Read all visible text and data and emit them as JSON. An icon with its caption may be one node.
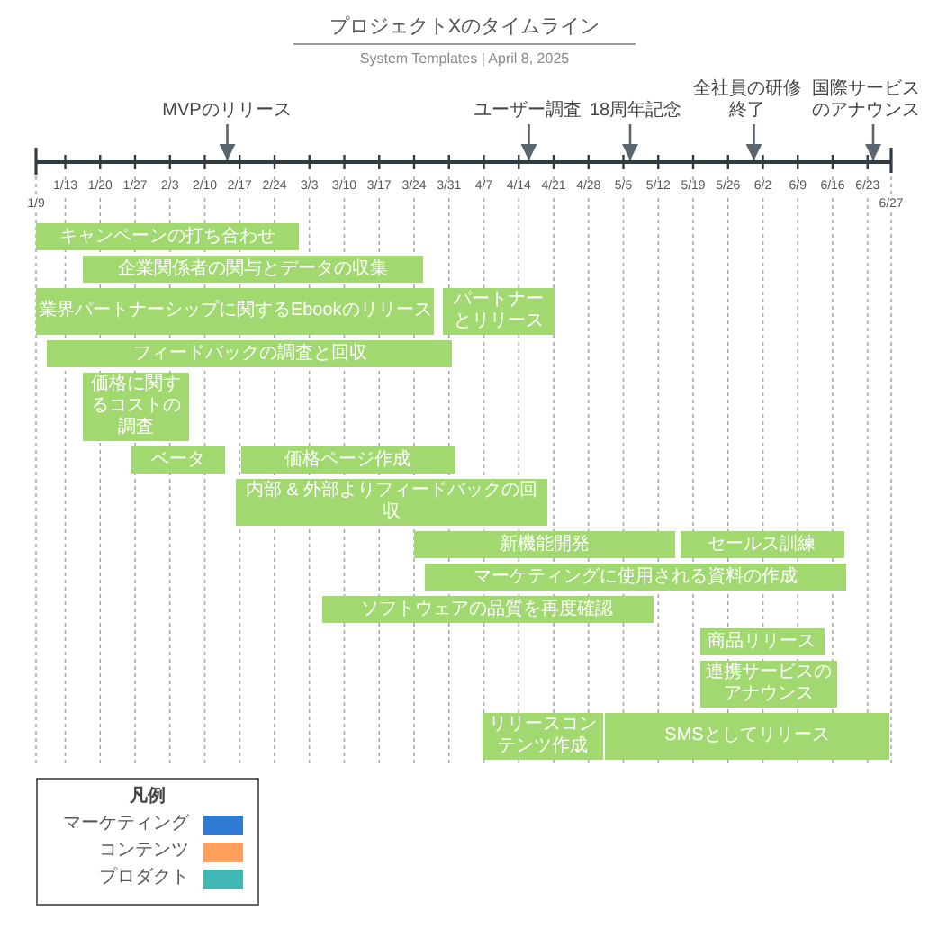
{
  "diagram": {
    "title": "プロジェクトXのタイムライン",
    "nodes": [
      {
        "text": [
          "MVPのリリース"
        ]
      },
      {
        "text": [
          "ユーザー調査"
        ]
      },
      {
        "text": [
          "18周年記念"
        ]
      },
      {
        "text": [
          "全社員の研修終了"
        ]
      },
      {
        "text": [
          "国際サービスのアナウンス"
        ]
      },
      {
        "text": [],
        "shape": "line"
      },
      {
        "text": [
          "キャンペーンの打ち合わせ"
        ]
      },
      {
        "text": [
          "企業関係者の関与とデータの収集"
        ]
      },
      {
        "text": [
          "業界パートナーシップに関するEbookのリリース"
        ]
      },
      {
        "text": [
          "パートナーとリリース"
        ]
      },
      {
        "text": [
          "フィードバックの調査と回収"
        ]
      },
      {
        "text": [
          "価格に関するコストの調査"
        ]
      },
      {
        "text": [
          "ベータ"
        ]
      },
      {
        "text": [
          "価格ページ作成"
        ]
      },
      {
        "text": [
          "内部 & 外部よりフィードバックの回収"
        ]
      },
      {
        "text": [
          "新機能開発"
        ]
      },
      {
        "text": [
          "セールス訓練"
        ]
      },
      {
        "text": [
          "マーケティングに使用される資料の作成"
        ]
      },
      {
        "text": [
          "ソフトウェアの品質を再度確認"
        ]
      },
      {
        "text": [
          "商品リリース"
        ]
      },
      {
        "text": [
          "連携サービスのアナウンス"
        ]
      },
      {
        "text": [
          "リリースコンテンツ作成"
        ]
      },
      {
        "text": [
          "SMSとしてリリース"
        ]
      }
    ],
    "edges": [
      {
        "from": 0,
        "to": 5,
        "arrow": "to"
      },
      {
        "from": 1,
        "to": 5,
        "arrow": "to"
      },
      {
        "from": 2,
        "to": 5,
        "arrow": "to"
      },
      {
        "from": 3,
        "to": 5,
        "arrow": "to"
      },
      {
        "from": 4,
        "to": 5,
        "arrow": "to"
      }
    ],
    "labels": [
      "System Templates | April 8, 2025",
      "1/9",
      "1/13",
      "1/20",
      "1/27",
      "2/3",
      "2/10",
      "2/17",
      "2/24",
      "3/3",
      "3/10",
      "3/17",
      "3/24",
      "3/31",
      "4/7",
      "4/14",
      "4/21",
      "4/28",
      "5/5",
      "5/12",
      "5/19",
      "5/26",
      "6/2",
      "6/9",
      "6/16",
      "6/23",
      "6/27",
      "凡例"
    ],
    "legend": [
      {
        "text": "マーケティング",
        "color": "#2f7bd3"
      },
      {
        "text": "コンテンツ",
        "color": "#ff9f5b"
      },
      {
        "text": "プロダクト",
        "color": "#40b8b4"
      }
    ]
  }
}
